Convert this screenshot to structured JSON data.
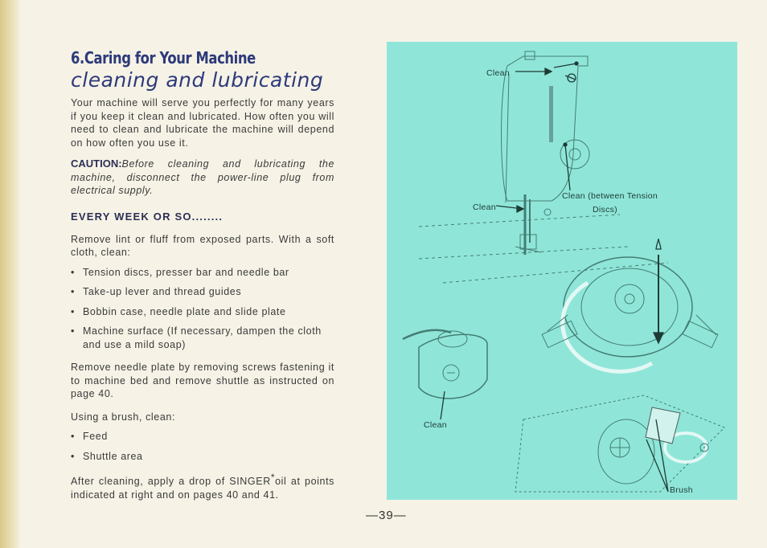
{
  "heading": {
    "title": "6.Caring for Your Machine",
    "subtitle": "cleaning and lubricating"
  },
  "intro": "Your machine will serve you perfectly for many years if you keep it clean and lubricated. How often you will need to clean and lubricate the machine will depend on how often you use it.",
  "caution": {
    "label": "CAUTION:",
    "text": "Before cleaning and lubricating the machine, disconnect the power-line plug from electrical supply."
  },
  "weekly": {
    "heading": "EVERY WEEK OR SO........",
    "remove_lint": "Remove lint or fluff from exposed parts. With a soft cloth, clean:",
    "cloth_items": [
      "Tension discs, presser bar and needle bar",
      "Take-up lever and thread guides",
      "Bobbin case, needle plate and slide plate",
      "Machine surface (If necessary, dampen the cloth and use a mild soap)"
    ],
    "remove_plate": "Remove needle plate by removing screws fastening it to machine bed and remove shuttle as instructed on page 40.",
    "brush_intro": "Using a brush, clean:",
    "brush_items": [
      "Feed",
      "Shuttle area"
    ],
    "oil_before": "After cleaning, apply a drop of SINGER",
    "oil_mark": "*",
    "oil_after": "oil at points indicated at right and on pages 40 and 41."
  },
  "bullet": "•",
  "page_number": "—39—",
  "illustration": {
    "labels": {
      "clean_top": "Clean",
      "clean_left": "Clean",
      "clean_tension_1": "Clean (between Tension",
      "clean_tension_2": "Discs)",
      "clean_bobbin": "Clean",
      "brush": "Brush"
    },
    "colors": {
      "panel": "#8fe6d8",
      "line": "#1f3b36",
      "heading": "#2d3a7a"
    }
  }
}
